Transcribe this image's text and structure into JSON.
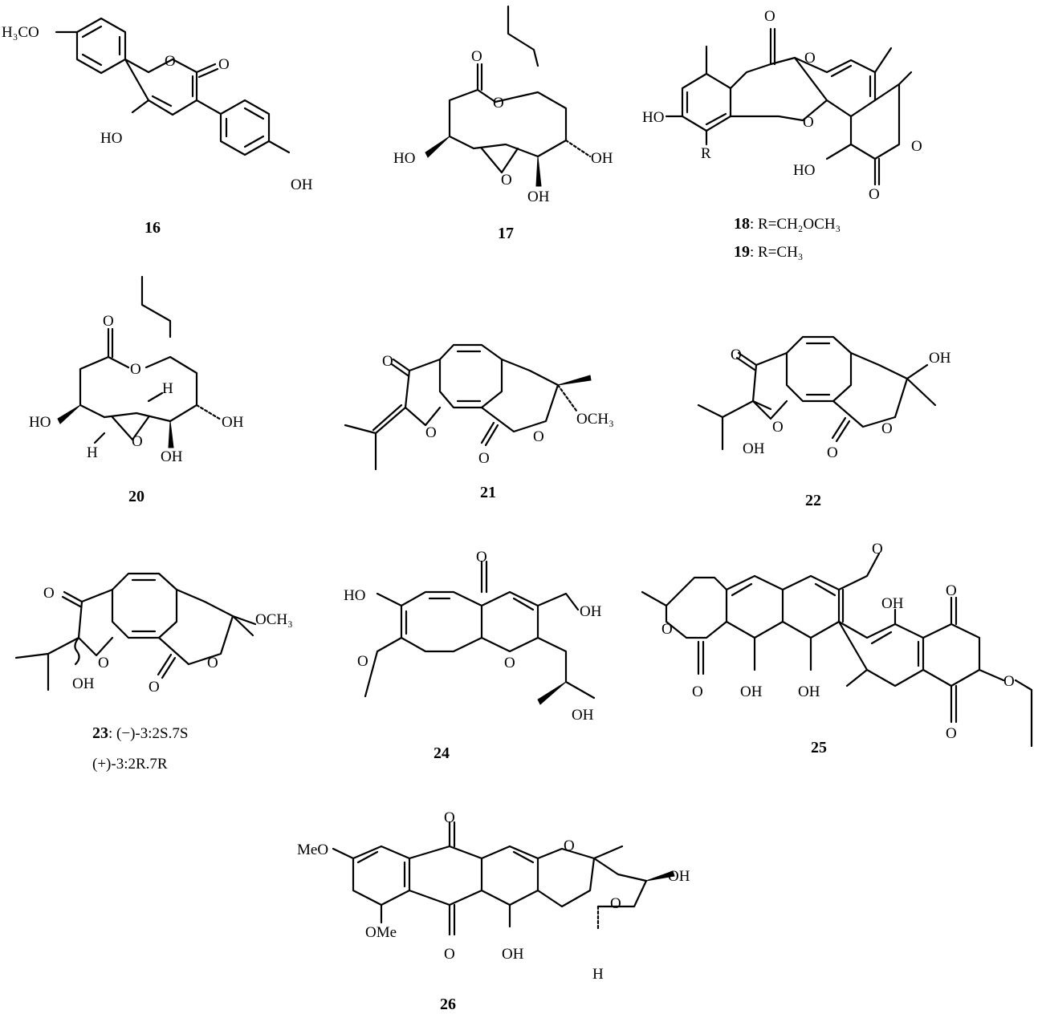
{
  "compounds": {
    "c16": {
      "number": "16",
      "labels": {
        "h3co": "H₃CO",
        "o_ring": "O",
        "o_carbonyl": "O",
        "ho": "HO",
        "oh": "OH"
      }
    },
    "c17": {
      "number": "17",
      "labels": {
        "o_carbonyl": "O",
        "o_ring": "O",
        "ho": "HO",
        "o_epox": "O",
        "oh_right": "OH",
        "oh_bottom": "OH"
      }
    },
    "c18_19": {
      "label_18_num": "18",
      "label_18_text": ": R=CH₂OCH₃",
      "label_19_num": "19",
      "label_19_text": ": R=CH₃",
      "labels": {
        "o_top": "O",
        "o_ester": "O",
        "o_ether": "O",
        "ho_left": "HO",
        "r": "R",
        "ho_bottom": "HO",
        "o_lactone": "O",
        "o_bottom": "O"
      }
    },
    "c20": {
      "number": "20",
      "labels": {
        "o_carbonyl": "O",
        "o_ring": "O",
        "h_top": "H",
        "ho": "HO",
        "h_bottom": "H",
        "o_epox": "O",
        "oh_right": "OH",
        "oh_bottom": "OH"
      }
    },
    "c21": {
      "number": "21",
      "labels": {
        "o_ketone": "O",
        "o_furan": "O",
        "o_lactone": "O",
        "o_carbonyl": "O",
        "och3": "OCH₃"
      }
    },
    "c22": {
      "number": "22",
      "labels": {
        "o_ketone": "O",
        "o_furan": "O",
        "oh_furan": "OH",
        "o_lactone": "O",
        "o_carbonyl": "O",
        "oh": "OH"
      }
    },
    "c23": {
      "number": "23",
      "caption_1": ": (−)-3:2S.7S",
      "caption_2": "(+)-3:2R.7R",
      "labels": {
        "o_ketone": "O",
        "o_furan": "O",
        "oh": "OH",
        "o_lactone": "O",
        "o_carbonyl": "O",
        "och3": "OCH₃"
      }
    },
    "c24": {
      "number": "24",
      "labels": {
        "o_top": "O",
        "ho": "HO",
        "o_ring": "O",
        "o_methoxy": "O",
        "oh_right": "OH",
        "oh_bottom": "OH"
      }
    },
    "c25": {
      "number": "25",
      "labels": {
        "o_ring": "O",
        "o_carbonyl": "O",
        "oh1": "OH",
        "oh2": "OH",
        "oh3": "OH",
        "o_methoxy": "O",
        "o_q1": "O",
        "o_q2": "O",
        "o_methoxy2": "O"
      }
    },
    "c26": {
      "number": "26",
      "labels": {
        "o_top": "O",
        "meo": "MeO",
        "ome": "OMe",
        "o_bottom": "O",
        "oh_bottom": "OH",
        "o_ring": "O",
        "o_bridge": "O",
        "oh_right": "OH",
        "h": "H"
      }
    }
  }
}
